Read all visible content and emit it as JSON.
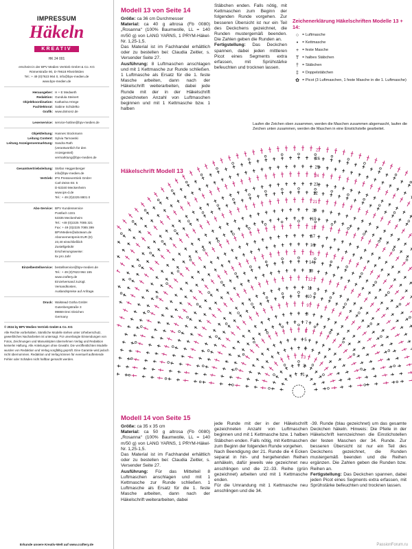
{
  "imprint": {
    "title": "IMPRESSUM",
    "logo_word": "Häkeln",
    "logo_band": "KREATIV",
    "hk": "HK 24 001",
    "publisher_lines": [
      "erscheint in der BPV Medien Vertrieb GmbH & Co. KG",
      "Römerstraße 90, D-79618 Rheinfelden",
      "Tel.: + 49 (0)7623 964 0, info@bpv-medien.de",
      "www.bpv-medien.de"
    ],
    "rows": [
      {
        "k": "Herausgeber:",
        "v": [
          "H + E Medweth"
        ]
      },
      {
        "k": "Redaktion:",
        "v": [
          "Gundula Steinert"
        ]
      },
      {
        "k": "Objektkoordination:",
        "v": [
          "Katharina Hönge"
        ]
      },
      {
        "k": "Fachlektorat:",
        "v": [
          "Sabine Schidelko"
        ]
      },
      {
        "k": "Grafik:",
        "v": [
          "www.dotnonz.de"
        ]
      },
      {
        "k": "Leserservice:",
        "v": [
          "service-hotline@bpv-medien.de"
        ]
      },
      {
        "k": "Objektleitung:",
        "v": [
          "Hannes Stockmann"
        ]
      },
      {
        "k": "Leitung Content:",
        "v": [
          "Sylvia Tarnowski"
        ]
      },
      {
        "k": "Leitung Anzeigenvermarktung:",
        "v": [
          "Sandra Rath",
          "(verantwortlich für den",
          "Anzeigenteil)",
          "vermarktung@bpv-medien.de"
        ]
      },
      {
        "k": "Gesamtvertriebsleitung:",
        "v": [
          "Stefan Heggenberger",
          "info@bpv-medien.de"
        ]
      },
      {
        "k": "Vertrieb:",
        "v": [
          "IPS Pressevertrieb GmbH",
          "Carl-Zeiss-Str. 5",
          "D-53340 Meckenheim",
          "www.ips-d.de",
          "Tel.: + 49 (0)2225 8801 0"
        ]
      },
      {
        "k": "Abo-Service:",
        "v": [
          "BPV Kundenservice",
          "Postfach 1331",
          "53335 Meckenheim",
          "Tel.: +49 (0)2225 7085 321",
          "Fax: + 49 (0)2225 7085 399",
          "BPVMedien@aboteam.de",
          "Abonnementpreis EUR (D)",
          "23,40 einschließlich",
          "Zustellgebühr",
          "Erscheinungsweise:",
          "6x pro Jahr"
        ]
      },
      {
        "k": "Einzelbestellservice:",
        "v": [
          "bestellservice@bpv-medien.de",
          "Tel.: + 49 (0)7623 964 155",
          "www.craftery.de",
          "Einzelversand zuzügl.",
          "Versandkosten,",
          "Auslandspreise auf Anfrage."
        ]
      },
      {
        "k": "Druck:",
        "v": [
          "Walstead Gotha GmbH",
          "Gutenbergstraße 3",
          "99869 Drei Gleichen",
          "Germany"
        ]
      }
    ],
    "legal": [
      "© 2024 by BPV Medien Vertrieb GmbH & Co. KG",
      "Alle Rechte vorbehalten. Sämtliche Modelle stehen unter Urheberschutz, gewerbliches Nacharbeiten ist untersagt. Für unverlangte Einsendungen von Fotos, Zeichnungen und Manuskripten übernehmen Verlag und Redaktion keinerlei Haftung. Alle Anleitungen ohne Gewähr. Die veröffentlichten Modelle wurden von Redaktion und Verlag sorgfältig geprüft. Eine Garantie wird jedoch nicht übernommen. Redaktion und Verlag können für eventuell auftretende Fehler oder Schäden nicht haftbar gemacht werden."
    ],
    "footer": "Erkunde unsere Kreativ-Welt auf www.craftery.de"
  },
  "m13": {
    "title": "Modell 13 von Seite 14",
    "col1": [
      {
        "b": "Größe:",
        "t": " ca 36 cm Durchmesser"
      },
      {
        "b": "Material:",
        "t": " ca 40 g altrosa (Fb 0080) „Rosanna“ (100% Baumwolle, LL = 140 m/50 g) von LANG YARNS, 1 PRYM-Häkel-Nr. 1,25-1,5."
      },
      {
        "b": "",
        "t": "Das Material ist im Fachhandel erhältlich oder zu bestellen bei: Claudia Zeitler, s. Versender Seite 27."
      },
      {
        "b": "Ausführung:",
        "t": " 8 Luftmaschen anschlagen und mit 1 Kettmasche zur Runde schließen. 1 Luftmasche als Ersatz für die 1. feste Masche arbeiten, dann nach der Häkelschrift weiterarbeiten, dabei jede Runde mit der in der Häkelschrift gezeichneten Anzahl von Luftmaschen beginnen und mit 1 Kettmasche bzw. 1 halben"
      }
    ],
    "col2": [
      {
        "b": "",
        "t": "Stäbchen enden. Falls nötig, mit Kettmaschen zum Beginn der folgenden Runde vorgehen. Zur besseren Übersicht ist nur ein Teil des Deckchens gezeichnet, die Runden mustergemäß beenden. Die Zahlen geben die Runden an."
      },
      {
        "b": "Fertigstellung:",
        "t": " Das Deckchen spannen, dabei jeden mittleren Picot eines Segments extra erfassen, mit Sprühstärke befeuchten und trocknen lassen."
      }
    ]
  },
  "legend": {
    "title": "Zeichenerklärung Häkelschriften Modelle 13 + 14:",
    "items": [
      {
        "sym": "○",
        "label": "= Luftmasche"
      },
      {
        "sym": "•",
        "label": "= Kettmasche"
      },
      {
        "sym": "+",
        "label": "= feste Masche"
      },
      {
        "sym": "T",
        "label": "= halbes Stäbchen"
      },
      {
        "sym": "†",
        "label": "= Stäbchen"
      },
      {
        "sym": "‡",
        "label": "= Doppelstäbchen"
      },
      {
        "sym": "✿",
        "label": "= Picot (3 Luftmaschen, 1 feste Masche in die 1. Luftmasche)"
      }
    ],
    "combine": "Laufen die Zeichen oben zusammen, werden die Maschen zusammen abgemascht, laufen die Zeichen unten zusammen, werden die Maschen in eine Einstichstelle gearbeitet."
  },
  "chart_title": "Häkelschrift Modell 13",
  "chart_rows": [
    "27",
    "26",
    "25",
    "24",
    "23",
    "22",
    "21",
    "20",
    "19",
    "18",
    "17",
    "16",
    "15",
    "14",
    "13",
    "12",
    "11",
    "10",
    "9",
    "8",
    "7",
    "6",
    "5",
    "4",
    "3",
    "2",
    "1"
  ],
  "m14": {
    "title": "Modell 14 von Seite 15",
    "col1": [
      {
        "b": "Größe:",
        "t": " ca 35 x 35 cm"
      },
      {
        "b": "Material:",
        "t": " ca 50 g altrosa (Fb 0080) „Rosanna“ (100% Baumwolle, LL = 140 m/50 g) von LANG YARNS, 1 PRYM-Häkel-Nr. 1,25-1,5."
      },
      {
        "b": "",
        "t": "Das Material ist im Fachhandel erhältlich oder zu bestellen bei: Claudia Zeitler, s. Versender Seite 27."
      },
      {
        "b": "Ausführung:",
        "t": " Für das Mittelteil 8 Luftmaschen anschlagen und mit 1 Kettmasche zur Runde schließen. 1 Luftmasche als Ersatz für die 1. feste Masche arbeiten, dann nach der Häkelschrift weiterarbeiten, dabei"
      }
    ],
    "col2": [
      {
        "b": "",
        "t": "jede Runde mit der in der Häkelschrift gezeichneten Anzahl von Luftmaschen beginnen und mit 1 Kettmasche bzw. 1 halben Stäbchen enden. Falls nötig, mit Kettmaschen zum Beginn der folgenden Runde vorgehen."
      },
      {
        "b": "",
        "t": "Nach Beendigung der 21. Runde die 4 Ecken separat in hin- und hergehenden Reihen anhäkeln, dafür jeweils wie gezeichnet neu anschlingen und die 22.-33. Reihe (grün gezeichnet) arbeiten und mit 1 Kettmasche enden."
      },
      {
        "b": "",
        "t": "Für die Umrandung mit 1 Kettmasche neu anschlingen und die 34."
      }
    ],
    "col3": [
      {
        "b": "",
        "t": "-39. Runde (blau gezeichnet) um das gesamte Deckchen häkeln. Hinweis: Die Pfeile in der Häkelschrift kennzeichnen die Einstichstellen der festen Maschen der 34. Runde. Zur besseren Übersicht ist nur ein Teil des Deckchens gezeichnet, die Runden mustergemäß beenden und die Reihen ergänzen. Die Zahlen geben die Runden bzw. Reihen an."
      },
      {
        "b": "Fertigstellung:",
        "t": " Das Deckchen spannen, dabei jeden Picot eines Segments extra erfassen, mit Sprühstärke befeuchten und trocknen lassen."
      }
    ]
  },
  "footer": "PassionForum.ru",
  "colors": {
    "accent": "#c4186c",
    "ink": "#1a1a1a"
  }
}
